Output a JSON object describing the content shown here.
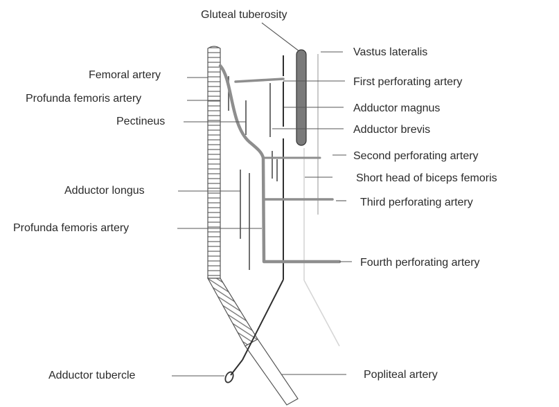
{
  "labels": {
    "gluteal_tuberosity": "Gluteal tuberosity",
    "vastus_lateralis": "Vastus lateralis",
    "femoral_artery": "Femoral artery",
    "first_perforating_artery": "First perforating artery",
    "profunda_femoris_artery_upper": "Profunda femoris artery",
    "adductor_magnus": "Adductor magnus",
    "pectineus": "Pectineus",
    "adductor_brevis": "Adductor brevis",
    "second_perforating_artery": "Second perforating artery",
    "short_head_biceps_femoris": "Short head of biceps femoris",
    "adductor_longus": "Adductor longus",
    "third_perforating_artery": "Third perforating artery",
    "profunda_femoris_artery_lower": "Profunda femoris artery",
    "fourth_perforating_artery": "Fourth perforating artery",
    "adductor_tubercle": "Adductor tubercle",
    "popliteal_artery": "Popliteal artery"
  }
}
